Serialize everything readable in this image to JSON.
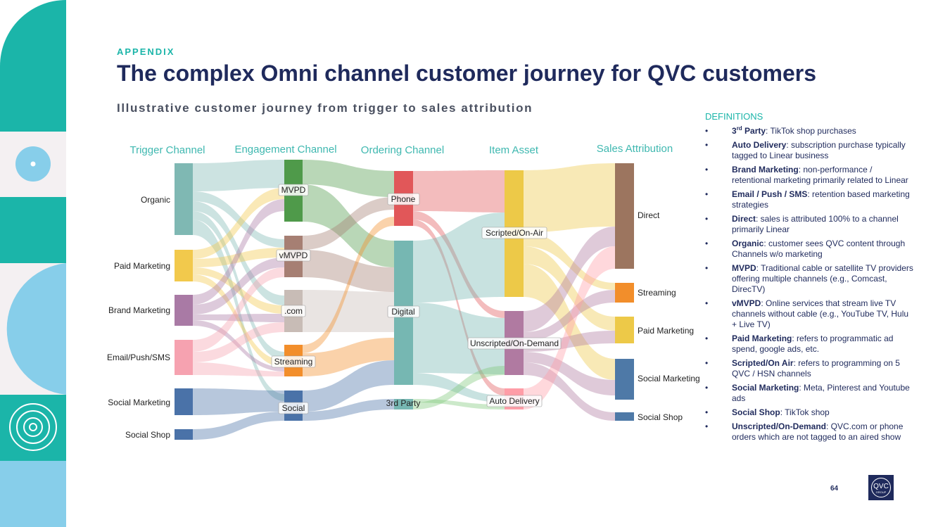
{
  "header": {
    "eyebrow": "APPENDIX",
    "title": "The complex Omni channel customer journey for QVC customers",
    "subtitle": "Illustrative customer journey from trigger to sales attribution"
  },
  "diagram": {
    "columns": [
      "Trigger Channel",
      "Engagement Channel",
      "Ordering Channel",
      "Item Asset",
      "Sales Attribution"
    ],
    "nodes": [
      {
        "id": "organic",
        "label": "Organic",
        "col": 0,
        "color": "#7fb8b3"
      },
      {
        "id": "paid",
        "label": "Paid Marketing",
        "col": 0,
        "color": "#f2c94c"
      },
      {
        "id": "brand",
        "label": "Brand Marketing",
        "col": 0,
        "color": "#a97aa5"
      },
      {
        "id": "email",
        "label": "Email/Push/SMS",
        "col": 0,
        "color": "#f6a2b0"
      },
      {
        "id": "social_mkt",
        "label": "Social Marketing",
        "col": 0,
        "color": "#4a72a8"
      },
      {
        "id": "social_shop",
        "label": "Social Shop",
        "col": 0,
        "color": "#4a72a8"
      },
      {
        "id": "mvpd",
        "label": "MVPD",
        "col": 1,
        "color": "#4f9a4a"
      },
      {
        "id": "vmvpd",
        "label": "vMVPD",
        "col": 1,
        "color": "#a67f73"
      },
      {
        "id": "dotcom",
        "label": ".com",
        "col": 1,
        "color": "#c8bcb6"
      },
      {
        "id": "streaming",
        "label": "Streaming",
        "col": 1,
        "color": "#f28e2b"
      },
      {
        "id": "social",
        "label": "Social",
        "col": 1,
        "color": "#4a72a8"
      },
      {
        "id": "phone",
        "label": "Phone",
        "col": 2,
        "color": "#e15759"
      },
      {
        "id": "digital",
        "label": "Digital",
        "col": 2,
        "color": "#76b7b2"
      },
      {
        "id": "third_party",
        "label": "3rd Party",
        "col": 2,
        "color": "#76b7b2"
      },
      {
        "id": "scripted",
        "label": "Scripted/On-Air",
        "col": 3,
        "color": "#edc948"
      },
      {
        "id": "unscripted",
        "label": "Unscripted/On-Demand",
        "col": 3,
        "color": "#b07aa1"
      },
      {
        "id": "auto",
        "label": "Auto Delivery",
        "col": 3,
        "color": "#ff9da7"
      },
      {
        "id": "direct",
        "label": "Direct",
        "col": 4,
        "color": "#9c755f"
      },
      {
        "id": "att_streaming",
        "label": "Streaming",
        "col": 4,
        "color": "#f28e2b"
      },
      {
        "id": "att_paid",
        "label": "Paid Marketing",
        "col": 4,
        "color": "#edc948"
      },
      {
        "id": "att_social",
        "label": "Social Marketing",
        "col": 4,
        "color": "#4e79a7"
      },
      {
        "id": "att_shop",
        "label": "Social Shop",
        "col": 4,
        "color": "#4e79a7"
      }
    ]
  },
  "definitions": {
    "heading": "DEFINITIONS",
    "items": [
      {
        "term": "3",
        "term_sup": "rd",
        "term_rest": " Party",
        "text": ": TikTok shop purchases"
      },
      {
        "term": "Auto Delivery",
        "text": ": subscription purchase typically tagged to Linear business"
      },
      {
        "term": "Brand Marketing",
        "text": ": non-performance / retentional marketing primarily related to Linear"
      },
      {
        "term": "Email / Push / SMS",
        "text": ": retention based marketing strategies"
      },
      {
        "term": "Direct",
        "text": ": sales is attributed 100% to a channel primarily Linear"
      },
      {
        "term": "Organic",
        "text": ": customer sees QVC content through Channels w/o marketing"
      },
      {
        "term": "MVPD",
        "text": ": Traditional cable or satellite TV providers offering multiple channels (e.g., Comcast, DirecTV)"
      },
      {
        "term": "vMVPD",
        "text": ": Online services that stream live TV channels without cable (e.g., YouTube TV, Hulu + Live TV)"
      },
      {
        "term": "Paid Marketing",
        "text": ": refers to programmatic ad spend, google ads, etc."
      },
      {
        "term": "Scripted/On Air",
        "text": ": refers to programming on 5 QVC / HSN channels"
      },
      {
        "term": "Social Marketing",
        "text": ": Meta, Pinterest and Youtube ads"
      },
      {
        "term": "Social Shop",
        "text": ": TikTok shop"
      },
      {
        "term": "Unscripted/On-Demand",
        "text": ": QVC.com or phone orders which are not tagged to an aired show"
      }
    ]
  },
  "footer": {
    "page_number": "64",
    "logo_text": "QVC",
    "logo_subtext": "GROUP"
  },
  "colors": {
    "navy": "#1f2a5c",
    "teal": "#1bb5a9",
    "light_blue": "#87ceea"
  }
}
